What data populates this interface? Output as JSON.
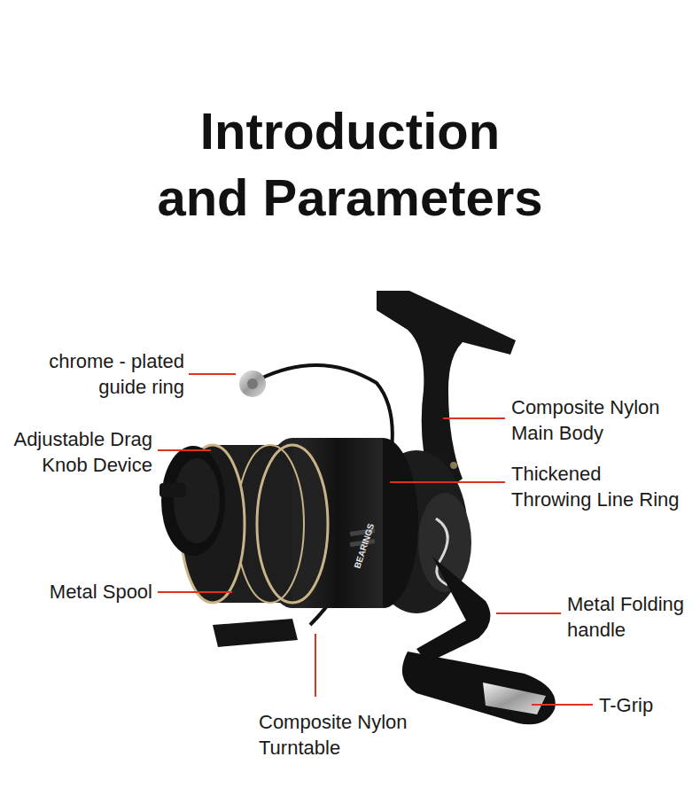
{
  "diagram": {
    "title": "Introduction and Parameters",
    "labels": [
      "chrome - plated guide ring",
      "Adjustable Drag Knob Device",
      "Metal Spool",
      "Composite Nylon Main Body",
      "Thickened Throwing Line Ring",
      "Metal Folding handle",
      "T-Grip",
      "Composite Nylon Turntable",
      "BEARINGS"
    ]
  }
}
